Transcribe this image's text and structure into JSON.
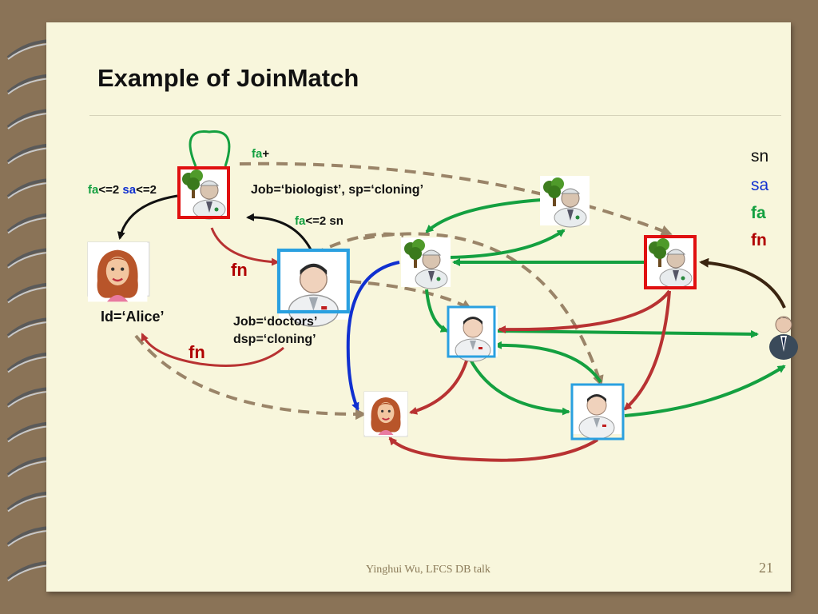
{
  "slide": {
    "title": "Example of JoinMatch",
    "footer": "Yinghui Wu, LFCS DB talk",
    "page_number": "21"
  },
  "colors": {
    "background": "#8a7357",
    "paper": "#f8f6dc",
    "green_edge": "#14a040",
    "blue_edge": "#1030d0",
    "red_edge": "#b83232",
    "dashed_edge": "#9a8468",
    "highlight_red": "#e01010",
    "highlight_blue": "#2aa0e0"
  },
  "legend": {
    "sn": "sn",
    "sa": "sa",
    "fa": "fa",
    "fn": "fn"
  },
  "pattern_labels": {
    "fa_plus_prefix": "fa",
    "fa_plus_suffix": "+",
    "fa_le2": "fa",
    "le2_a": "<=2",
    "sa_le2": "sa",
    "le2_b": "<=2",
    "fa_le2_sn_prefix": "fa",
    "fa_le2_sn_suffix": "<=2 sn",
    "fn_left": "fn",
    "fn_bottom": "fn",
    "biologist_condition": "Job=‘biologist’, sp=‘cloning’",
    "alice_condition": "Id=‘Alice’",
    "doctor_condition_1": "Job=‘doctors’",
    "doctor_condition_2": "dsp=‘cloning’"
  },
  "nodes": [
    {
      "name": "pattern-biologist",
      "icon": "scientist-tree-icon",
      "highlight": "red"
    },
    {
      "name": "pattern-doctor",
      "icon": "doctor-icon",
      "highlight": "blue"
    },
    {
      "name": "pattern-alice",
      "icon": "woman-icon",
      "highlight": "none"
    },
    {
      "name": "graph-scientist-top",
      "icon": "scientist-tree-icon",
      "highlight": "none"
    },
    {
      "name": "graph-scientist-mid",
      "icon": "scientist-tree-icon",
      "highlight": "none"
    },
    {
      "name": "graph-scientist-right",
      "icon": "scientist-tree-icon",
      "highlight": "red"
    },
    {
      "name": "graph-doctor-mid",
      "icon": "doctor-icon",
      "highlight": "blue"
    },
    {
      "name": "graph-doctor-low",
      "icon": "doctor-icon",
      "highlight": "blue"
    },
    {
      "name": "graph-woman",
      "icon": "woman-icon",
      "highlight": "none"
    },
    {
      "name": "graph-businessman",
      "icon": "businessman-icon",
      "highlight": "none"
    }
  ]
}
